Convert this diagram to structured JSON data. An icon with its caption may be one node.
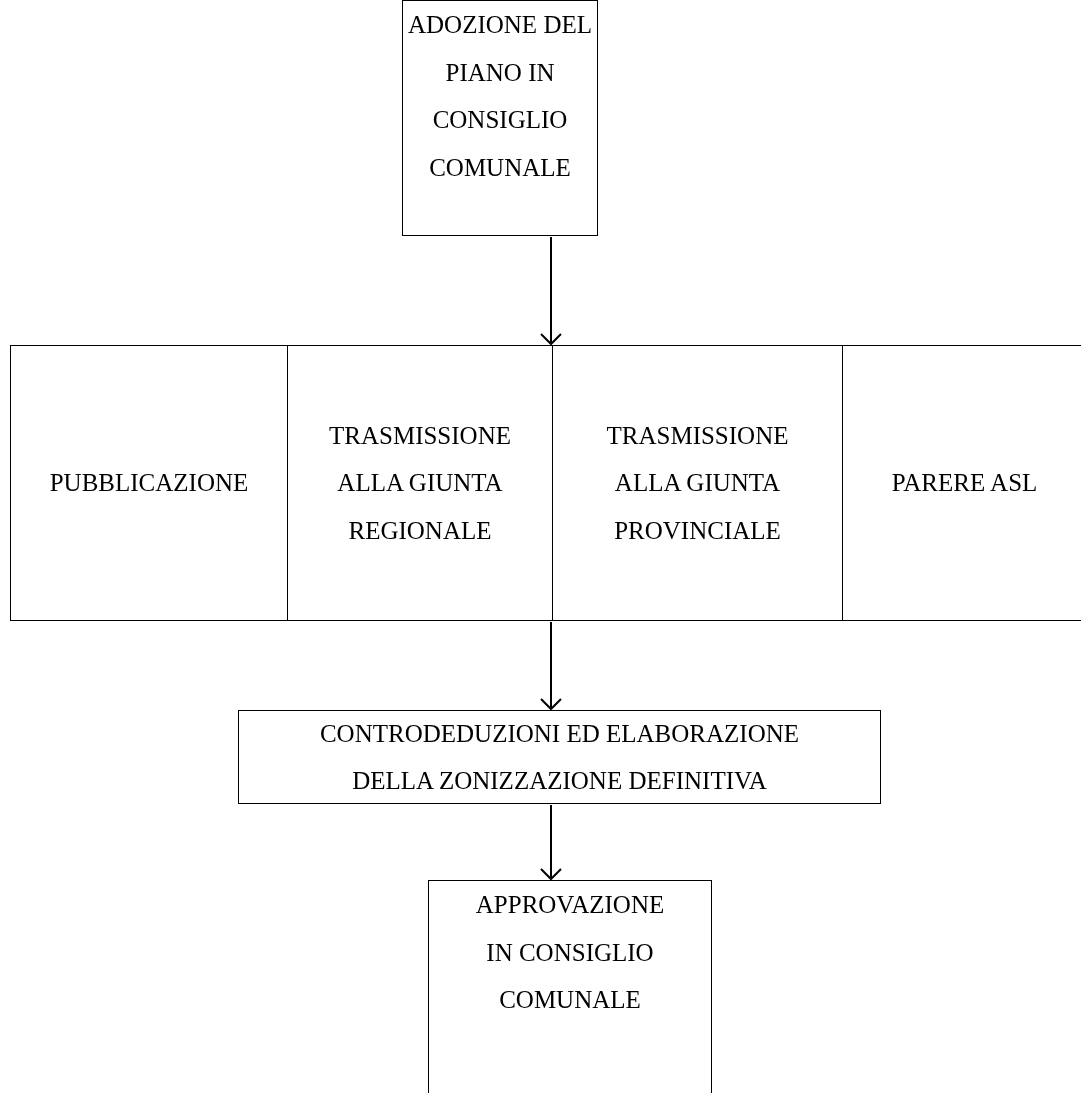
{
  "diagram": {
    "nodes": [
      {
        "text": [
          "ADOZIONE DEL PIANO IN CONSIGLIO COMUNALE"
        ]
      },
      {
        "text": [],
        "shape": "box"
      },
      {
        "text": [
          "PUBBLICAZIONE"
        ],
        "in": 1
      },
      {
        "text": [
          "TRASMISSIONE ALLA GIUNTA REGIONALE"
        ],
        "in": 1
      },
      {
        "text": [
          "TRASMISSIONE ALLA GIUNTA PROVINCIALE"
        ],
        "in": 1
      },
      {
        "text": [
          "PARERE ASL"
        ],
        "in": 1
      },
      {
        "text": [
          "CONTRODEDUZIONI ED ELABORAZIONE DELLA ZONIZZAZIONE DEFINITIVA"
        ]
      },
      {
        "text": [
          "APPROVAZIONE IN CONSIGLIO COMUNALE"
        ]
      }
    ],
    "edges": [
      {
        "from": 0,
        "to": 1,
        "arrow": "to"
      },
      {
        "from": 1,
        "to": 6,
        "arrow": "to"
      },
      {
        "from": 6,
        "to": 7,
        "arrow": "to"
      }
    ]
  }
}
